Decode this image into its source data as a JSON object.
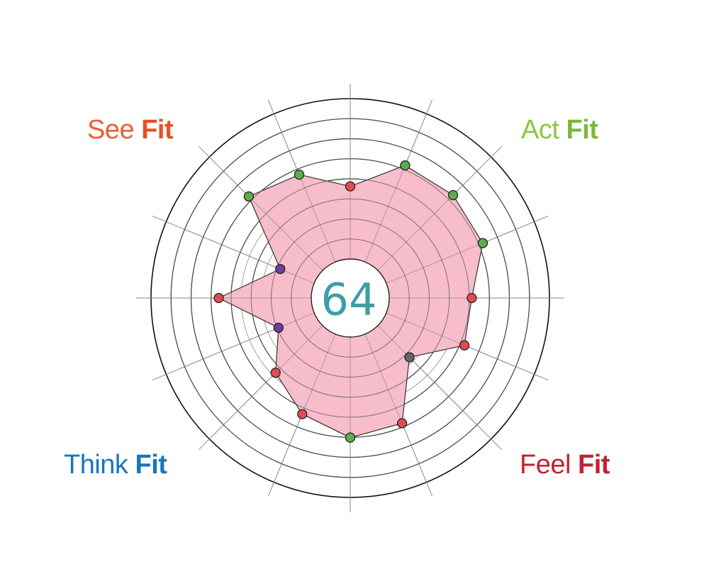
{
  "quadrant_labels": {
    "see": {
      "word": "See",
      "bold": "Fit",
      "color": "#e85f34",
      "bold_color": "#e94e24"
    },
    "act": {
      "word": "Act",
      "bold": "Fit",
      "color": "#8cc63f",
      "bold_color": "#7ab83a"
    },
    "think": {
      "word": "Think",
      "bold": "Fit",
      "color": "#1a75bb",
      "bold_color": "#1a75bb"
    },
    "feel": {
      "word": "Feel",
      "bold": "Fit",
      "color": "#c42033",
      "bold_color": "#c42033"
    }
  },
  "colors": {
    "fill": "#f7b9c7",
    "point_green": "#5cae4a",
    "point_red": "#e24c4f",
    "point_purple": "#6d3fa0",
    "point_gray": "#666666"
  },
  "chart_data": {
    "type": "radar",
    "center_score": "64",
    "axes_count": 16,
    "rings": 8,
    "ring_max": 1,
    "points": [
      {
        "axis": 0,
        "value": 0.56,
        "color": "red"
      },
      {
        "axis": 1,
        "value": 0.72,
        "color": "green"
      },
      {
        "axis": 2,
        "value": 0.73,
        "color": "green"
      },
      {
        "axis": 3,
        "value": 0.72,
        "color": "green"
      },
      {
        "axis": 4,
        "value": 0.61,
        "color": "red"
      },
      {
        "axis": 5,
        "value": 0.62,
        "color": "red"
      },
      {
        "axis": 6,
        "value": 0.42,
        "color": "gray"
      },
      {
        "axis": 7,
        "value": 0.68,
        "color": "red"
      },
      {
        "axis": 8,
        "value": 0.7,
        "color": "green"
      },
      {
        "axis": 9,
        "value": 0.63,
        "color": "red"
      },
      {
        "axis": 10,
        "value": 0.53,
        "color": "red"
      },
      {
        "axis": 11,
        "value": 0.39,
        "color": "purple"
      },
      {
        "axis": 12,
        "value": 0.66,
        "color": "red"
      },
      {
        "axis": 13,
        "value": 0.38,
        "color": "purple"
      },
      {
        "axis": 14,
        "value": 0.72,
        "color": "green"
      },
      {
        "axis": 15,
        "value": 0.67,
        "color": "green"
      }
    ]
  }
}
